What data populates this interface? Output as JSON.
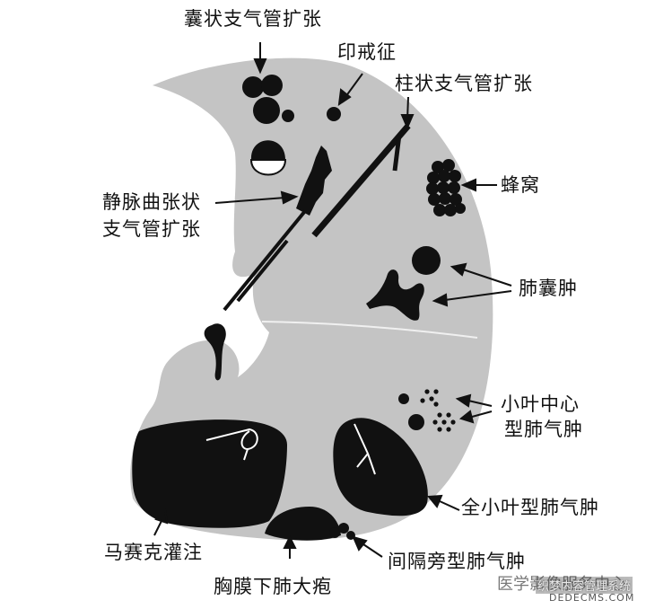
{
  "labels": {
    "cystic": "囊状支气管扩张",
    "signet": "印戒征",
    "cylindrical": "柱状支气管扩张",
    "honeycomb": "蜂窝",
    "varicose_1": "静脉曲张状",
    "varicose_2": "支气管扩张",
    "cyst": "肺囊肿",
    "centrilobular_1": "小叶中心",
    "centrilobular_2": "型肺气肿",
    "panlobular": "全小叶型肺气肿",
    "mosaic": "马赛克灌注",
    "paraseptal": "间隔旁型肺气肿",
    "bulla": "胸膜下肺大疱"
  },
  "watermark": {
    "channel": "医学影像服务中心",
    "site_cn": "织梦内容管理系统",
    "site_en": "DEDECMS.COM"
  },
  "colors": {
    "lung": "#c4c4c4",
    "lesion": "#111111",
    "stroke": "#111111",
    "background": "#ffffff"
  }
}
